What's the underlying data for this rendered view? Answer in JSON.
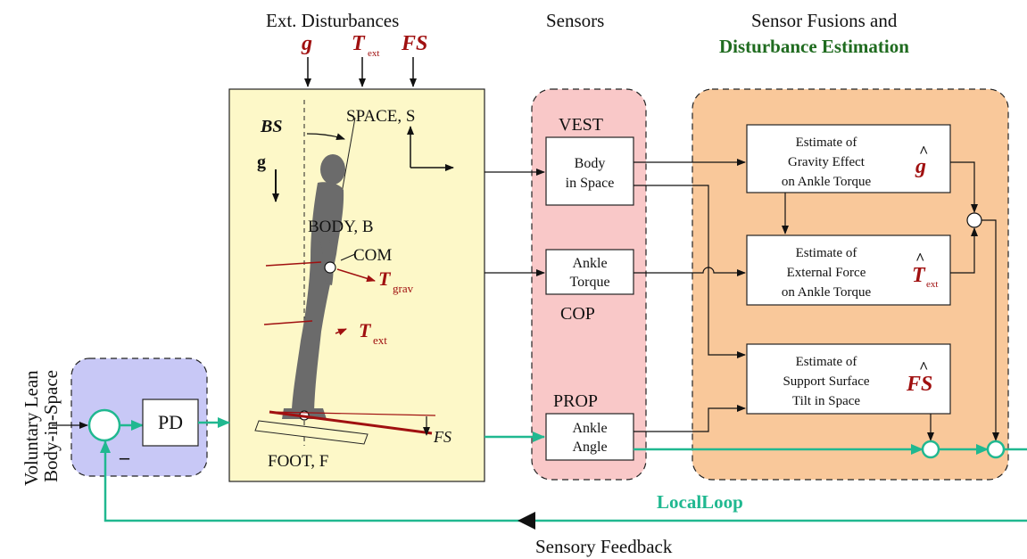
{
  "headers": {
    "ext_disturbances": "Ext. Disturbances",
    "sensors": "Sensors",
    "sensor_fusions": "Sensor Fusions and",
    "disturbance_estimation": "Disturbance Estimation"
  },
  "disturbances": {
    "g": "g",
    "t": "T",
    "t_sub": "ext",
    "fs": "FS"
  },
  "body_panel": {
    "bs": "BS",
    "space": "SPACE, S",
    "g": "g",
    "body": "BODY, B",
    "com": "COM",
    "tgrav": "T",
    "tgrav_sub": "grav",
    "text": "T",
    "text_sub": "ext",
    "fs": "FS",
    "foot": "FOOT, F"
  },
  "sensors": {
    "vest": "VEST",
    "body_in_space_1": "Body",
    "body_in_space_2": "in Space",
    "ankle_torque_1": "Ankle",
    "ankle_torque_2": "Torque",
    "cop": "COP",
    "prop": "PROP",
    "ankle_angle_1": "Ankle",
    "ankle_angle_2": "Angle"
  },
  "estimates": {
    "gravity": [
      "Estimate of",
      "Gravity Effect",
      "on Ankle Torque"
    ],
    "gravity_sym": "g",
    "external": [
      "Estimate of",
      "External Force",
      "on Ankle Torque"
    ],
    "external_sym": "T",
    "external_sub": "ext",
    "tilt": [
      "Estimate of",
      "Support Surface",
      "Tilt in Space"
    ],
    "tilt_sym": "FS",
    "hat": "^"
  },
  "controller": {
    "pd": "PD",
    "minus": "–"
  },
  "side_label": {
    "line1": "Voluntary Lean",
    "line2": "Body-in-Space"
  },
  "loops": {
    "local": "LocalLoop",
    "feedback": "Sensory Feedback"
  },
  "colors": {
    "body_panel": "#fdf8c8",
    "sensor_panel": "#f9c8c8",
    "fusion_panel": "#f9c89a",
    "pd_panel": "#c8c8f6",
    "green_line": "#20b890",
    "dark_red": "#a01010",
    "dark_green": "#1f6b1f"
  }
}
